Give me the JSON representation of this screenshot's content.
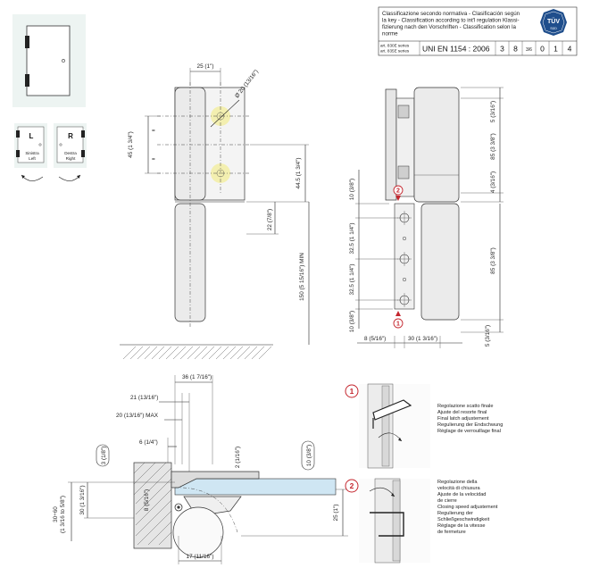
{
  "classification": {
    "text_lines": [
      "Classificazione secondo normativa - Clasificación según",
      "la key - Classification according to int'l regulation Klassi-",
      "fizierung nach den Vorschriften - Classification selon la",
      "norme"
    ],
    "series_it": "art. 830E series",
    "series_en": "art. 835E series",
    "standard": "UNI  EN  1154 : 2006",
    "grades": [
      "3",
      "8",
      "3/6",
      "0",
      "1",
      "4"
    ],
    "tuv_top": "TÜV",
    "tuv_bottom": "SÜD"
  },
  "hand": {
    "left_letter": "L",
    "left_label_1": "Sinistra",
    "left_label_2": "Left",
    "right_letter": "R",
    "right_label_1": "Destra",
    "right_label_2": "Right"
  },
  "front_view": {
    "dim_width": "25 (1\")",
    "dim_diameter": "Ø 20 (13/16\")",
    "dim_45": "45 (1 3/4\")",
    "dim_445": "44.5 (1 3/4\")",
    "dim_22": "22 (7/8\")",
    "dim_150": "150 (5 15/16\") MIN",
    "equal_mark": "="
  },
  "side_view": {
    "dim_5_top": "5 (3/16\")",
    "dim_85_top": "85 (3 3/8\")",
    "dim_4": "4 (3/16\")",
    "dim_10_left": "10 (3/8\")",
    "dim_325_a": "32.5 (1 1/4\")",
    "dim_325_b": "32.5 (1 1/4\")",
    "dim_10_bottom": "10 (3/8\")",
    "dim_85_bottom": "85 (3 3/8\")",
    "dim_5_bottom": "5 (3/16\")",
    "dim_8": "8 (5/16\")",
    "dim_30": "30 (1  3/16\")",
    "marker_2": "2",
    "marker_1": "1"
  },
  "plan_view": {
    "dim_36": "36 (1  7/16\")",
    "dim_21": "21 (13/16\")",
    "dim_20max": "20 (13/16\") MAX",
    "dim_6": "6 (1/4\")",
    "dim_3": "3 (1/8\")",
    "dim_2": "2 (1/16\")",
    "dim_10": "10 (3/8\")",
    "dim_8": "8 (5/16\")",
    "dim_30": "30 (1  3/16\")",
    "dim_30_60": "30÷60",
    "dim_30_60_in": "(1 3/16 to 5/8\")",
    "dim_25": "25 (1\")",
    "dim_17": "17 (11/16\")"
  },
  "adjust_1": {
    "number": "1",
    "lines": [
      "Regolazione scatto finale",
      "Ajuste del resorte final",
      "Final latch adjustement",
      "Regulierung der Endschwung",
      "Réglage de verrouillage final"
    ]
  },
  "adjust_2": {
    "number": "2",
    "lines": [
      "Regolazione della",
      "velocità di chiusura",
      "Ajuste de la velocidad",
      "de cierre",
      "Closing speed adjustement",
      "Regulierung der",
      "Schließgeschwindigkeit",
      "Réglage de la vitesse",
      "de fermeture"
    ]
  },
  "colors": {
    "accent_red": "#c4262e",
    "glass_blue": "#cfe6f3",
    "highlight_yellow": "#f3efb0",
    "icon_bg": "#edf4f2",
    "tuv_blue": "#1f4e8c"
  }
}
